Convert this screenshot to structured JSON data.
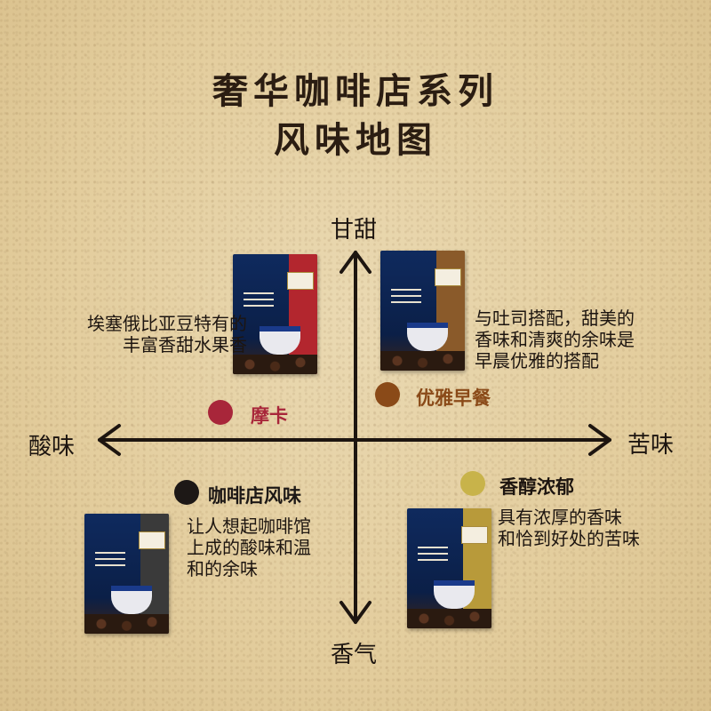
{
  "title": {
    "line1": "奢华咖啡店系列",
    "line2": "风味地图"
  },
  "axes": {
    "top": "甘甜",
    "bottom": "香气",
    "left": "酸味",
    "right": "苦味"
  },
  "quadrants": {
    "mocha": {
      "name": "摩卡",
      "color": "#a8263a",
      "description": [
        "埃塞俄比亚豆特有的",
        "丰富香甜水果香"
      ],
      "stripe": "#b3262e"
    },
    "elegant_morning": {
      "name": "优雅早餐",
      "color": "#8a4a18",
      "description": [
        "与吐司搭配，甜美的",
        "香味和清爽的余味是",
        "早晨优雅的搭配"
      ],
      "stripe": "#8a5a2a"
    },
    "cafe": {
      "name": "咖啡店风味",
      "color": "#1d1816",
      "description": [
        "让人想起咖啡馆",
        "上成的酸味和温",
        "和的余味"
      ],
      "stripe": "#3a3a3a"
    },
    "rich": {
      "name": "香醇浓郁",
      "color": "#c8b34a",
      "description": [
        "具有浓厚的香味",
        "和恰到好处的苦味"
      ],
      "stripe": "#b89a3a"
    }
  },
  "colors": {
    "axis": "#1d1510",
    "title": "#2b1d12"
  }
}
